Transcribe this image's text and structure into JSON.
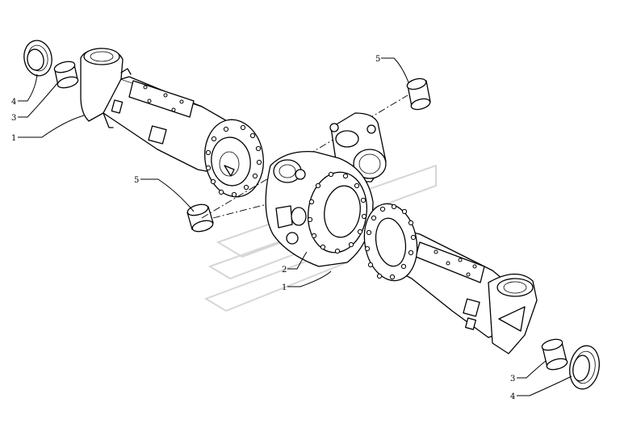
{
  "diagram": {
    "callouts": [
      {
        "id": "c4-left",
        "label": "4"
      },
      {
        "id": "c3-left",
        "label": "3"
      },
      {
        "id": "c1-left",
        "label": "1"
      },
      {
        "id": "c5-top",
        "label": "5"
      },
      {
        "id": "c5-mid",
        "label": "5"
      },
      {
        "id": "c2",
        "label": "2"
      },
      {
        "id": "c1-right",
        "label": "1"
      },
      {
        "id": "c3-right",
        "label": "3"
      },
      {
        "id": "c4-right",
        "label": "4"
      }
    ]
  }
}
